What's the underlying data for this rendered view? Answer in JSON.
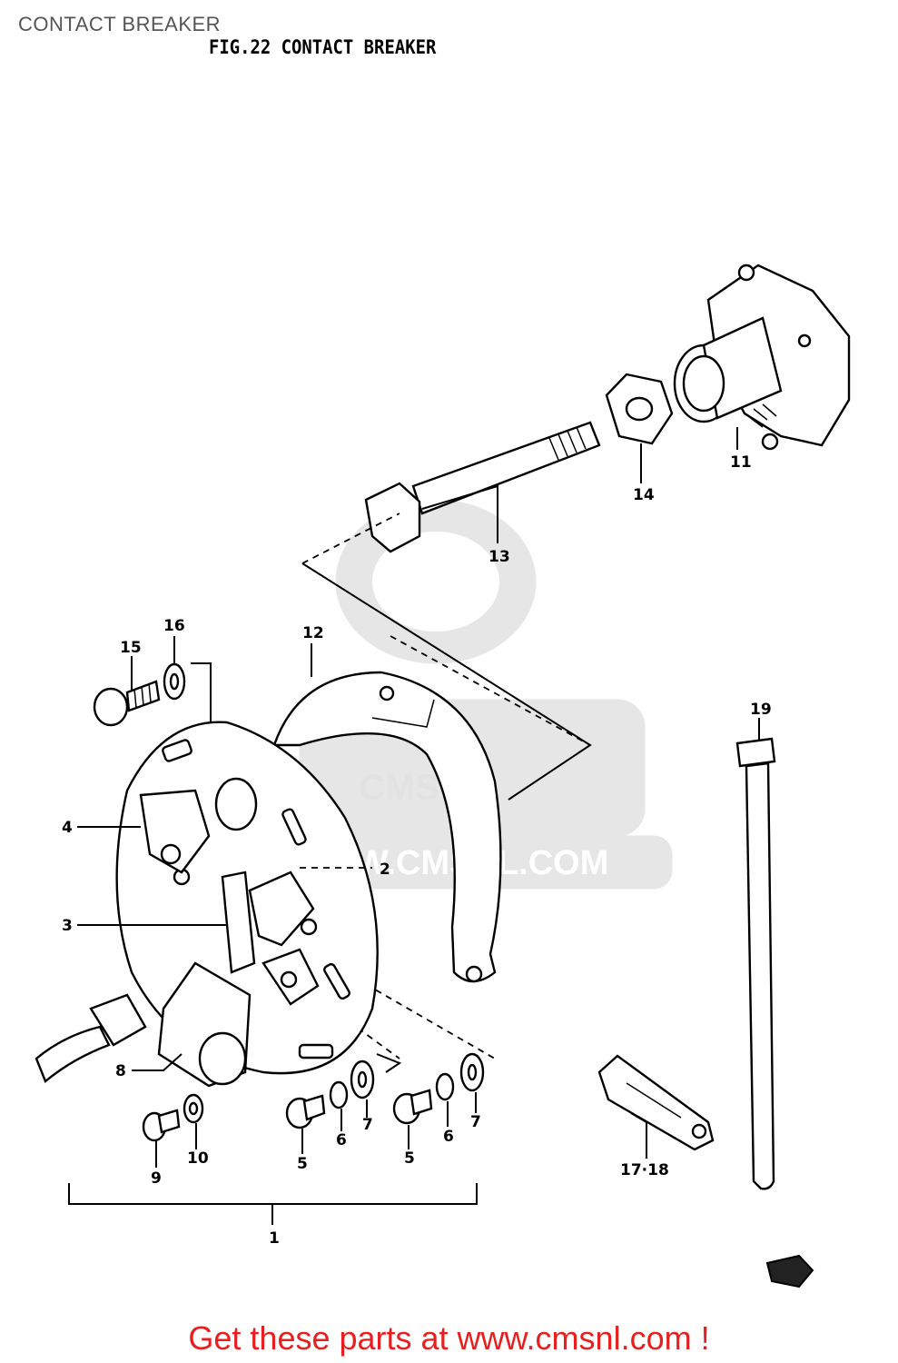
{
  "header": {
    "page_title": "CONTACT BREAKER",
    "figure_title": "FIG.22 CONTACT BREAKER"
  },
  "watermark": {
    "logo_text": "CMS",
    "url_text": "WWW.CMSNL.COM"
  },
  "callouts": {
    "c1": "1",
    "c2": "2",
    "c3": "3",
    "c4": "4",
    "c5a": "5",
    "c5b": "5",
    "c6a": "6",
    "c6b": "6",
    "c7a": "7",
    "c7b": "7",
    "c8": "8",
    "c9": "9",
    "c10": "10",
    "c11": "11",
    "c12": "12",
    "c13": "13",
    "c14": "14",
    "c15": "15",
    "c16": "16",
    "c17_18": "17·18",
    "c19": "19"
  },
  "footer": {
    "link_text": "Get these parts at www.cmsnl.com !"
  },
  "colors": {
    "footer_link": "#e81f1f",
    "watermark": "#e2e2e2"
  }
}
